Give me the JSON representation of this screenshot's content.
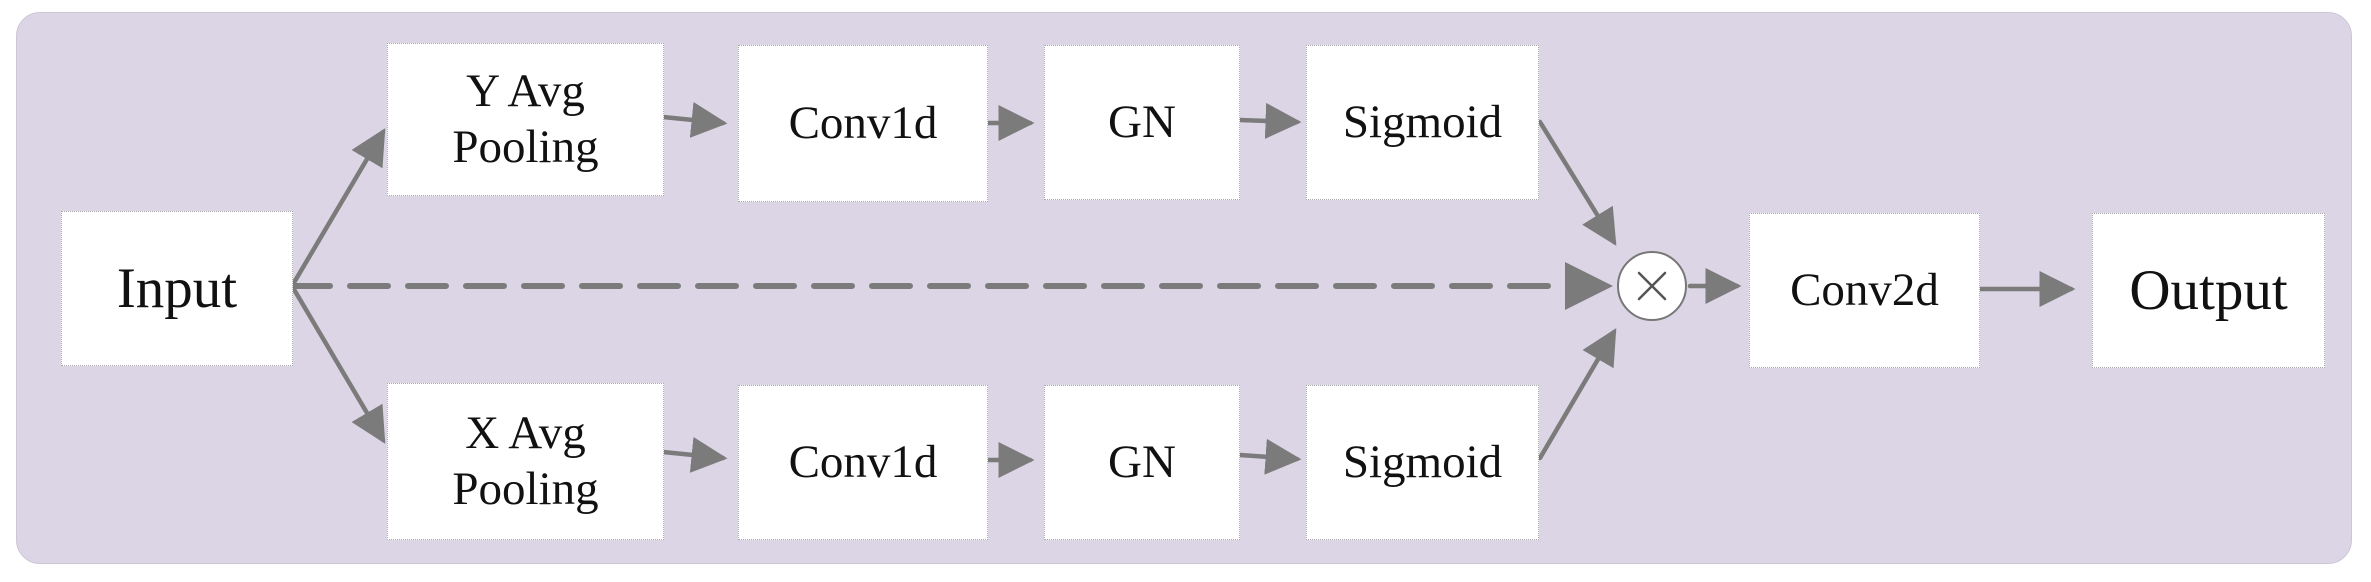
{
  "diagram": {
    "nodes": {
      "input": "Input",
      "y_pool": "Y Avg\nPooling",
      "x_pool": "X Avg\nPooling",
      "conv1d_top": "Conv1d",
      "conv1d_bottom": "Conv1d",
      "gn_top": "GN",
      "gn_bottom": "GN",
      "sigmoid_top": "Sigmoid",
      "sigmoid_bottom": "Sigmoid",
      "conv2d": "Conv2d",
      "output": "Output"
    },
    "multiply_icon": "circled-times-icon",
    "colors": {
      "background": "#dcd5e5",
      "box": "#ffffff",
      "arrow": "#7b7b7b"
    }
  }
}
